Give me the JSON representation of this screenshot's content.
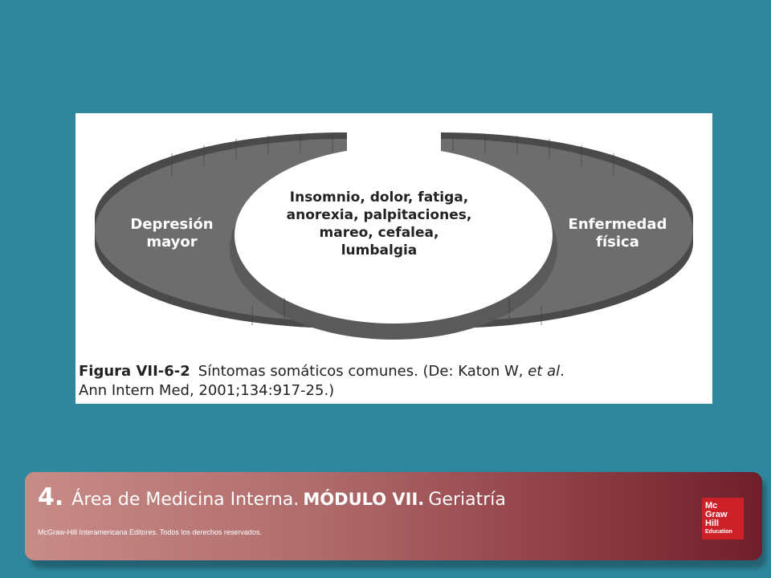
{
  "figure": {
    "left_label": [
      "Depresión",
      "mayor"
    ],
    "right_label": [
      "Enfermedad",
      "física"
    ],
    "center_text": [
      "Insomnio, dolor, fatiga,",
      "anorexia, palpitaciones,",
      "mareo, cefalea,",
      "lumbalgia"
    ],
    "caption": {
      "number": "Figura VII-6-2",
      "text_before": "Síntomas somáticos comunes. (De: Katon W, ",
      "italic": "et al",
      "text_after": ".",
      "line2": "Ann Intern Med, 2001;134:917-25.)"
    }
  },
  "footer": {
    "number": "4.",
    "area": "Área de Medicina Interna.",
    "module": "MÓDULO VII.",
    "subject": "Geriatría",
    "copyright": "McGraw-Hill Interamericana Editores. Todos los derechos reservados."
  },
  "logo": {
    "lines": [
      "Mc",
      "Graw",
      "Hill",
      "Education"
    ]
  },
  "colors": {
    "background": "#2f879e",
    "crescent_top": "#6d6d6d",
    "crescent_side": "#4a4a4a",
    "footer_start": "#c88c87",
    "footer_end": "#6f1f2b",
    "logo": "#cc2128"
  }
}
